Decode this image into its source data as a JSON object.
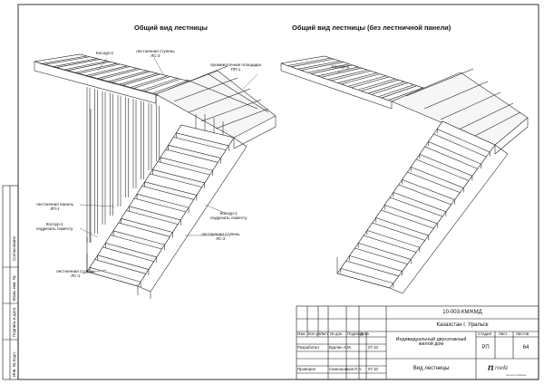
{
  "views": {
    "left_title": "Общий вид лестницы",
    "right_title": "Общий вид лестницы (без лестничной панели)"
  },
  "callouts": {
    "kosour2": "Косоур-2",
    "lst_lc3_a": "лестничная ступень",
    "lst_lc3_b": "ЛС-3",
    "pp_a": "промежуточная площадка",
    "pp_b": "ПП-1",
    "panel_a": "лестничная панель",
    "panel_b": "ЛП-1",
    "k1l_a": "Косоур-1",
    "k1l_b": "подрезать поместу",
    "k1r_a": "Косоур-1",
    "k1r_b": "подрезать поместу",
    "lc2_a": "лестничная ступень",
    "lc2_b": "ЛС-2",
    "lc1_a": "лестничная ступень",
    "lc1_b": "ЛС-1",
    "right_kosour": "Косоур-2"
  },
  "side_stamp": {
    "agreed": "Согласовано",
    "inv_no": "Взам. инв. №",
    "sign_date": "Подпись и дата",
    "inv_orig": "Инв. № подл."
  },
  "title_block": {
    "doc_code": "10-003-КМ/КМД",
    "location": "Казахстан г. Уральск",
    "object_a": "Индивидуальный двухэтажный",
    "object_b": "жилой дом",
    "sheet_title": "Вид лестницы",
    "headers": [
      "Изм.",
      "Кол.уч.",
      "Лист",
      "№ док.",
      "Подпись",
      "Дата"
    ],
    "col_stage": "Стадия",
    "col_sheet": "Лист",
    "col_sheets": "Листов",
    "stage": "РП",
    "sheets_total": "64",
    "role1": "Разработал",
    "name1": "Бурлин А.М.",
    "date1": "07.10",
    "role2": "Проверил",
    "name2": "Синельников П.А.",
    "date2": "07.10"
  },
  "logo": {
    "letter": "п",
    "word": "roekt",
    "sub": "проектирование"
  }
}
